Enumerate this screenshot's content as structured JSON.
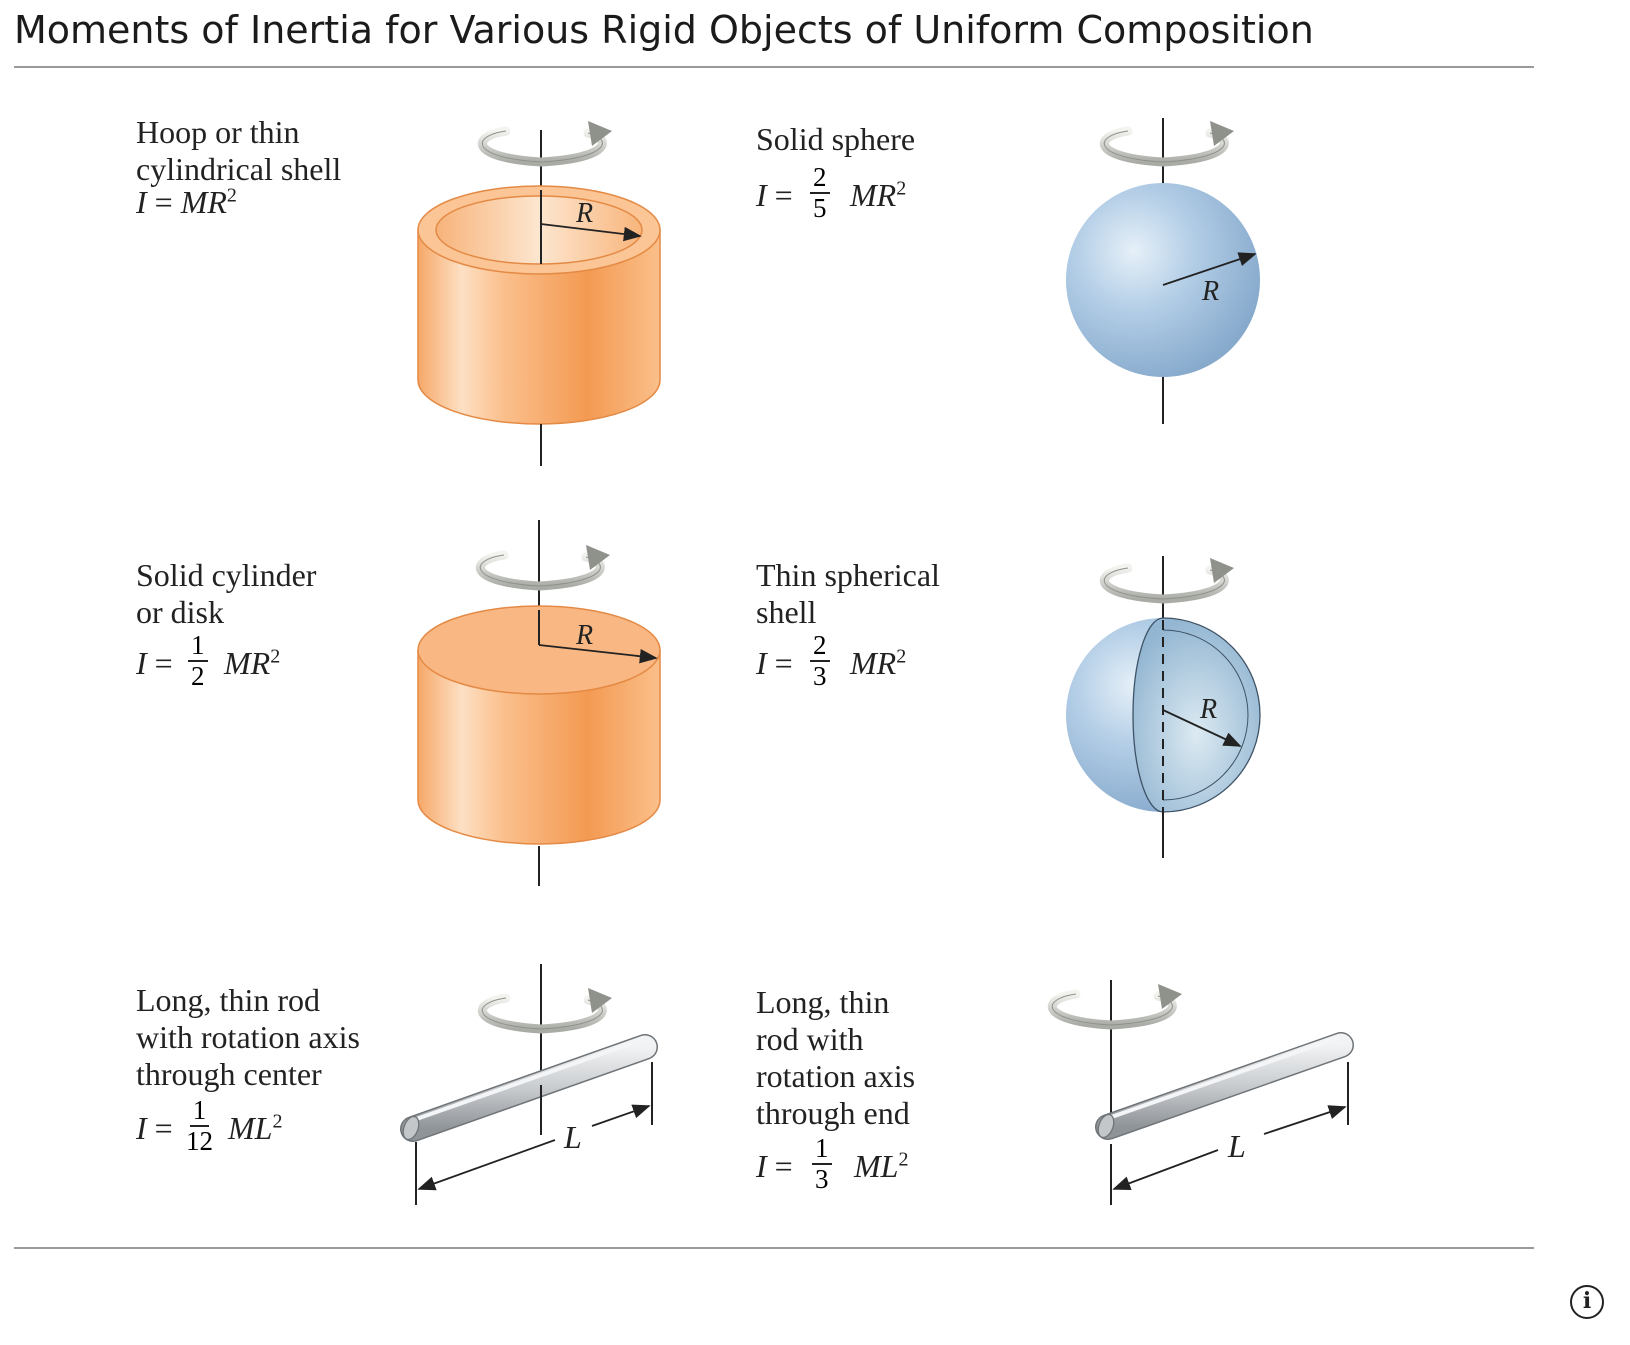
{
  "page": {
    "title": "Moments of Inertia for Various Rigid Objects of Uniform Composition"
  },
  "items": [
    {
      "id": "hoop",
      "label_lines": [
        "Hoop or thin",
        "cylindrical shell"
      ],
      "formula": {
        "lhs": "I",
        "eq": "=",
        "rhs": "MR",
        "exp": "2"
      },
      "dimension_label": "R"
    },
    {
      "id": "solid-sphere",
      "label_lines": [
        "Solid sphere"
      ],
      "formula": {
        "lhs": "I",
        "eq": "=",
        "num": "2",
        "den": "5",
        "rhs": "MR",
        "exp": "2"
      },
      "dimension_label": "R"
    },
    {
      "id": "solid-cylinder",
      "label_lines": [
        "Solid cylinder",
        "or disk"
      ],
      "formula": {
        "lhs": "I",
        "eq": "=",
        "num": "1",
        "den": "2",
        "rhs": "MR",
        "exp": "2"
      },
      "dimension_label": "R"
    },
    {
      "id": "thin-spherical-shell",
      "label_lines": [
        "Thin spherical",
        "shell"
      ],
      "formula": {
        "lhs": "I",
        "eq": "=",
        "num": "2",
        "den": "3",
        "rhs": "MR",
        "exp": "2"
      },
      "dimension_label": "R"
    },
    {
      "id": "rod-center",
      "label_lines": [
        "Long, thin rod",
        "with rotation axis",
        "through center"
      ],
      "formula": {
        "lhs": "I",
        "eq": "=",
        "num": "1",
        "den": "12",
        "rhs": "ML",
        "exp": "2"
      },
      "dimension_label": "L"
    },
    {
      "id": "rod-end",
      "label_lines": [
        "Long, thin",
        "rod with",
        "rotation axis",
        "through end"
      ],
      "formula": {
        "lhs": "I",
        "eq": "=",
        "num": "1",
        "den": "3",
        "rhs": "ML",
        "exp": "2"
      },
      "dimension_label": "L"
    }
  ],
  "colors": {
    "cylinder": "#f6a868",
    "sphere": "#a9c6e3",
    "rod": "#c9cccf",
    "arrow": "#c6c8c2",
    "text": "#222222",
    "rule": "#9a9a9a"
  },
  "footer": {
    "info_icon": "info-icon",
    "info_glyph": "i"
  }
}
